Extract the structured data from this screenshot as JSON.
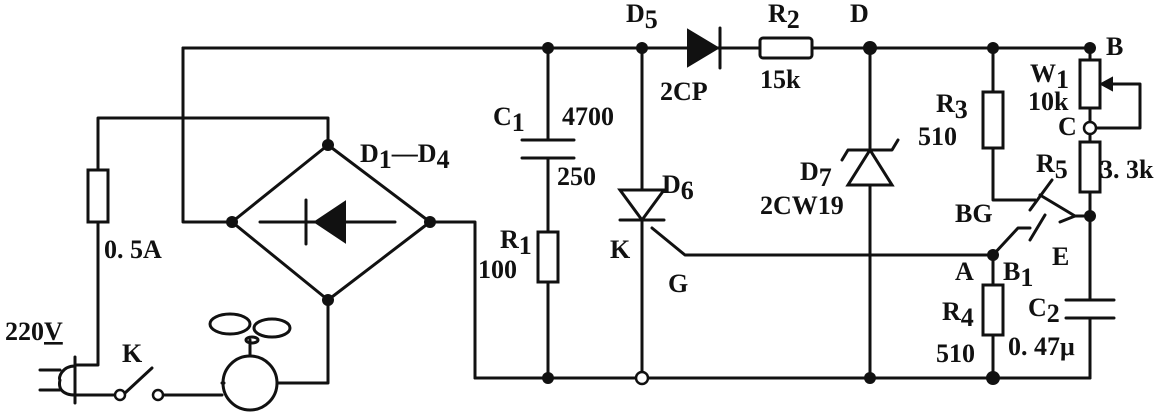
{
  "labels": {
    "supply": "220",
    "supply_v": "V",
    "switch": "K",
    "fuse": "0. 5A",
    "bridge": "D",
    "bridge_s1": "1",
    "bridge_dash": "—D",
    "bridge_s2": "4",
    "c1": "C",
    "c1_sub": "1",
    "c1_cap": "4700",
    "c1_volt": "250",
    "r1": "R",
    "r1_sub": "1",
    "r1_val": "100",
    "d5": "D",
    "d5_sub": "5",
    "d5_type": "2CP",
    "r2": "R",
    "r2_sub": "2",
    "r2_val": "15k",
    "d6": "D",
    "d6_sub": "6",
    "k_pin": "K",
    "g_pin": "G",
    "node_d": "D",
    "d7": "D",
    "d7_sub": "7",
    "d7_type": "2CW19",
    "r3": "R",
    "r3_sub": "3",
    "r3_val": "510",
    "w1": "W",
    "w1_sub": "1",
    "w1_val": "10k",
    "node_b": "B",
    "node_c": "C",
    "r5": "R",
    "r5_sub": "5",
    "r5_val": "3. 3k",
    "bg": "BG",
    "node_a": "A",
    "b1": "B",
    "b1_sub": "1",
    "e_pin": "E",
    "r4": "R",
    "r4_sub": "4",
    "r4_val": "510",
    "c2": "C",
    "c2_sub": "2",
    "c2_val": "0. 47μ"
  }
}
